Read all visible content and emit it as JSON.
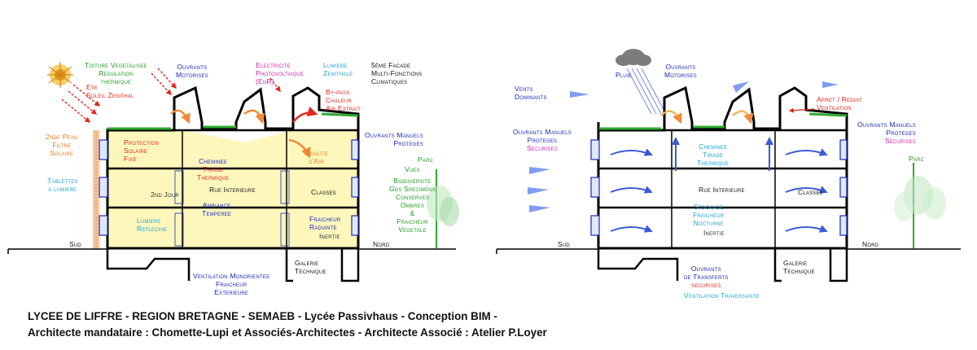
{
  "left": {
    "labels": {
      "toiture": [
        "Toiture Vegetalisee",
        "Regulation",
        "thermique"
      ],
      "ete": [
        "Ete",
        "Soleil Zenithal"
      ],
      "ouvrants_motorises": [
        "Ouvrants",
        "Motorises"
      ],
      "electricite": [
        "Electricite",
        "Photovoltaique",
        "(EnR)"
      ],
      "lumiere": [
        "Lumiere",
        "Zenithale"
      ],
      "facade5": [
        "5ème Facade",
        "Multi-Fonctions",
        "Climatiques"
      ],
      "bypass": [
        "By-pass",
        "Chaleur",
        "Air Extrait"
      ],
      "peau": [
        "2nde Peau",
        "Filtre",
        "Solaire"
      ],
      "protection": [
        "Protection",
        "Solaire",
        "Fixe"
      ],
      "tablettes": [
        "Tablettes",
        "a lumiere"
      ],
      "jour": "2nd Jour",
      "cheminee": [
        "Cheminee",
        "Tirage",
        "Thermique"
      ],
      "rue": "Rue Interieure",
      "ambiance": [
        "Ambiance",
        "Temperee"
      ],
      "qualite": [
        "Qualite",
        "d'Air"
      ],
      "classes": "Classes",
      "ouvrants_manuels": [
        "Ouvrants Manuels",
        "Proteges"
      ],
      "parc": "Parc",
      "vues": "Vues",
      "biodiversite": [
        "Biodiversite",
        "Gds Specimens",
        "Conserves",
        "Ombres",
        "&",
        "Fraicheur",
        "Vegetale"
      ],
      "lumiere_reflechie": [
        "Lumiere",
        "Reflechie"
      ],
      "fraicheur_radiante": [
        "Fraicheur",
        "Radiante"
      ],
      "inertie": "Inertie",
      "sud": "Sud",
      "nord": "Nord",
      "galerie": [
        "Galerie",
        "Technique"
      ],
      "ventilation": [
        "Ventilation Monorientee",
        "Fraicheur",
        "Exterieure"
      ]
    }
  },
  "right": {
    "labels": {
      "pluie": "Pluie",
      "ouvrants_motorises": [
        "Ouvrants",
        "Motorises"
      ],
      "vents": [
        "Vents",
        "Dominants"
      ],
      "arret": [
        "Arret / Reduit",
        "Ventilation"
      ],
      "ouvrants_gauche": [
        "Ouvrants Manuels",
        "Proteges",
        "Securises"
      ],
      "ouvrants_droite": [
        "Ouvrants Manuels",
        "Proteges",
        "Securises"
      ],
      "cheminee": [
        "Cheminee",
        "Tirage",
        "Thermique"
      ],
      "parc": "Parc",
      "rue": "Rue Interieure",
      "classes": "Classes",
      "stockage": [
        "Stockage",
        "Fraicheur",
        "Nocturne"
      ],
      "inertie": "Inertie",
      "sud": "Sud",
      "nord": "Nord",
      "galerie": [
        "Galerie",
        "Technique"
      ],
      "transferts": [
        "Ouvrants",
        "de Transferts",
        "securises"
      ],
      "ventilation": "Ventilation Traversante"
    }
  },
  "caption": {
    "line1": "LYCEE DE LIFFRE - REGION BRETAGNE - SEMAEB - Lycée Passivhaus - Conception BIM -",
    "line2": "Architecte mandataire : Chomette-Lupi et Associés-Architectes - Architecte Associé : Atelier P.Loyer"
  },
  "colors": {
    "structure": "#000000",
    "glazing": "#1a2ab8",
    "sun_zone": "#fdf6b0",
    "warm_flow": "#f08a3a",
    "cool_flow": "#3a5ad8",
    "green_roof": "#2faa2f",
    "moon": "#1c1f4a",
    "cloud": "#7c7c7c"
  }
}
